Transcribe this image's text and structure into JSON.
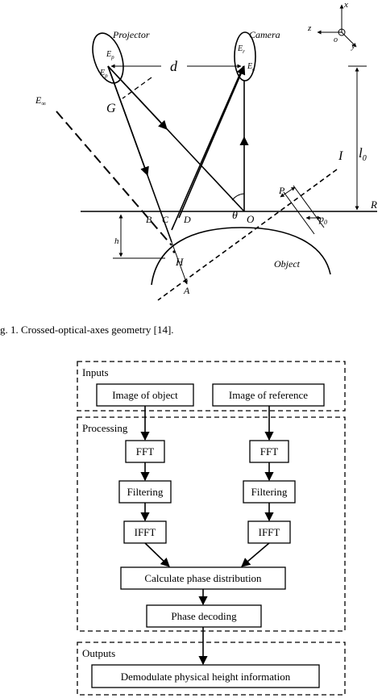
{
  "figure1": {
    "labels": {
      "projector": "Projector",
      "camera": "Camera",
      "d": "d",
      "ep": "E",
      "ep_sub": "p",
      "ep2": "E",
      "ep2_sub": "p",
      "er": "E",
      "er_sub": "r",
      "e_c": "E",
      "e_c_sub": "c",
      "e_inf": "E",
      "e_inf_sub": "∞",
      "g": "G",
      "i": "I",
      "l0": "l",
      "l0_sub": "0",
      "theta": "θ",
      "o": "O",
      "p": "P",
      "p0": "p",
      "p0_sub": "0",
      "r": "R",
      "b": "B",
      "c": "C",
      "dpt": "D",
      "h": "h",
      "hpt": "H",
      "a": "A",
      "object": "Object",
      "axis_x": "x",
      "axis_z": "z",
      "axis_o": "o",
      "axis_y": "y"
    },
    "caption": "g. 1.    Crossed-optical-axes geometry [14]."
  },
  "flowchart": {
    "groups": {
      "inputs": "Inputs",
      "processing": "Processing",
      "outputs": "Outputs"
    },
    "nodes": {
      "image_object": "Image of object",
      "image_reference": "Image of reference",
      "fft_left": "FFT",
      "fft_right": "FFT",
      "filtering_left": "Filtering",
      "filtering_right": "Filtering",
      "ifft_left": "IFFT",
      "ifft_right": "IFFT",
      "calc_phase": "Calculate phase distribution",
      "phase_decoding": "Phase decoding",
      "demodulate": "Demodulate physical height information"
    }
  }
}
